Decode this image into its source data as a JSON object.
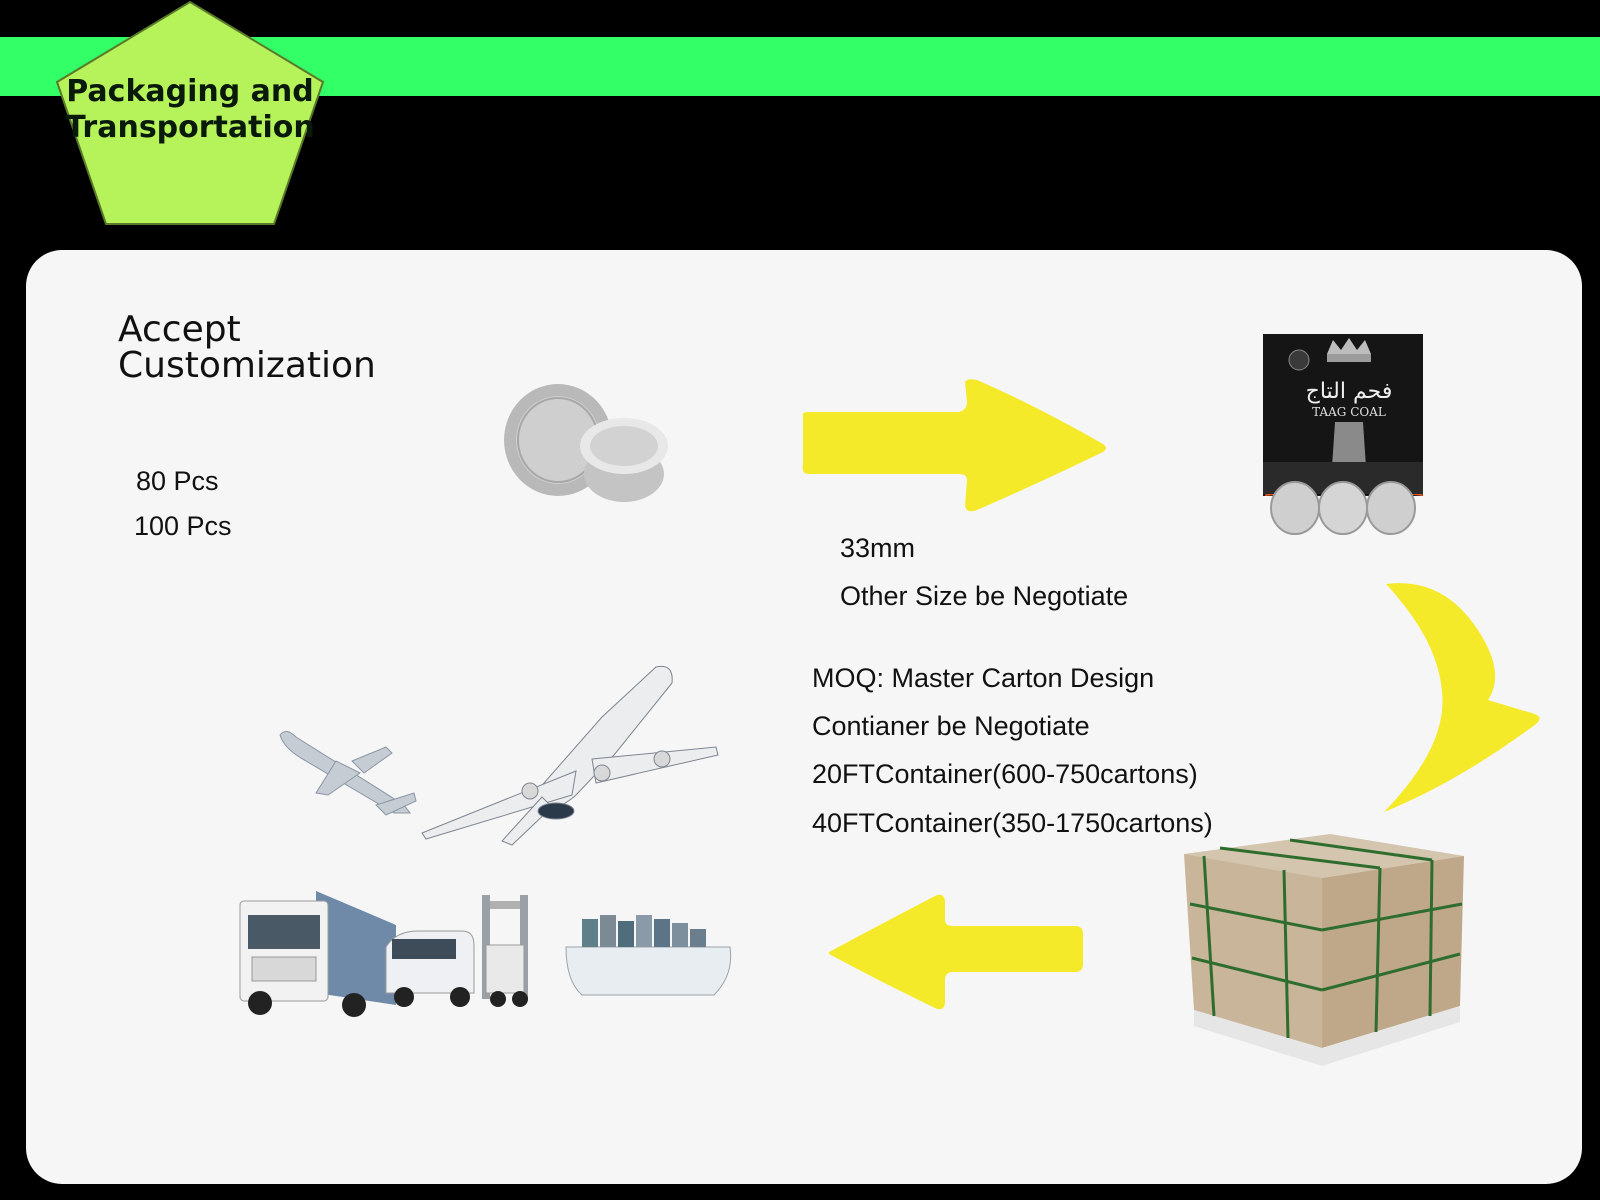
{
  "header": {
    "title": "Packaging and\nTransportation",
    "band_color": "#33ff66",
    "badge_color": "#b6f25a"
  },
  "panel": {
    "headline": "Accept\nCustomization",
    "counts": [
      "80 Pcs",
      "100 Pcs"
    ],
    "size_notes": [
      "33mm",
      "Other Size be Negotiate"
    ],
    "moq_notes": [
      "MOQ: Master Carton Design",
      "Contianer be Negotiate",
      "20FTContainer(600-750cartons)",
      "40FTContainer(350-1750cartons)"
    ],
    "arrow_color": "#f4ea2a"
  },
  "product_box": {
    "brand_arabic": "فحم التاج",
    "brand_latin": "TAAG COAL"
  },
  "icons": [
    "coal-tablets",
    "right-arrow",
    "coal-box",
    "curved-arrow",
    "cardboard-carton",
    "left-arrow",
    "airplanes",
    "transport-vehicles"
  ]
}
